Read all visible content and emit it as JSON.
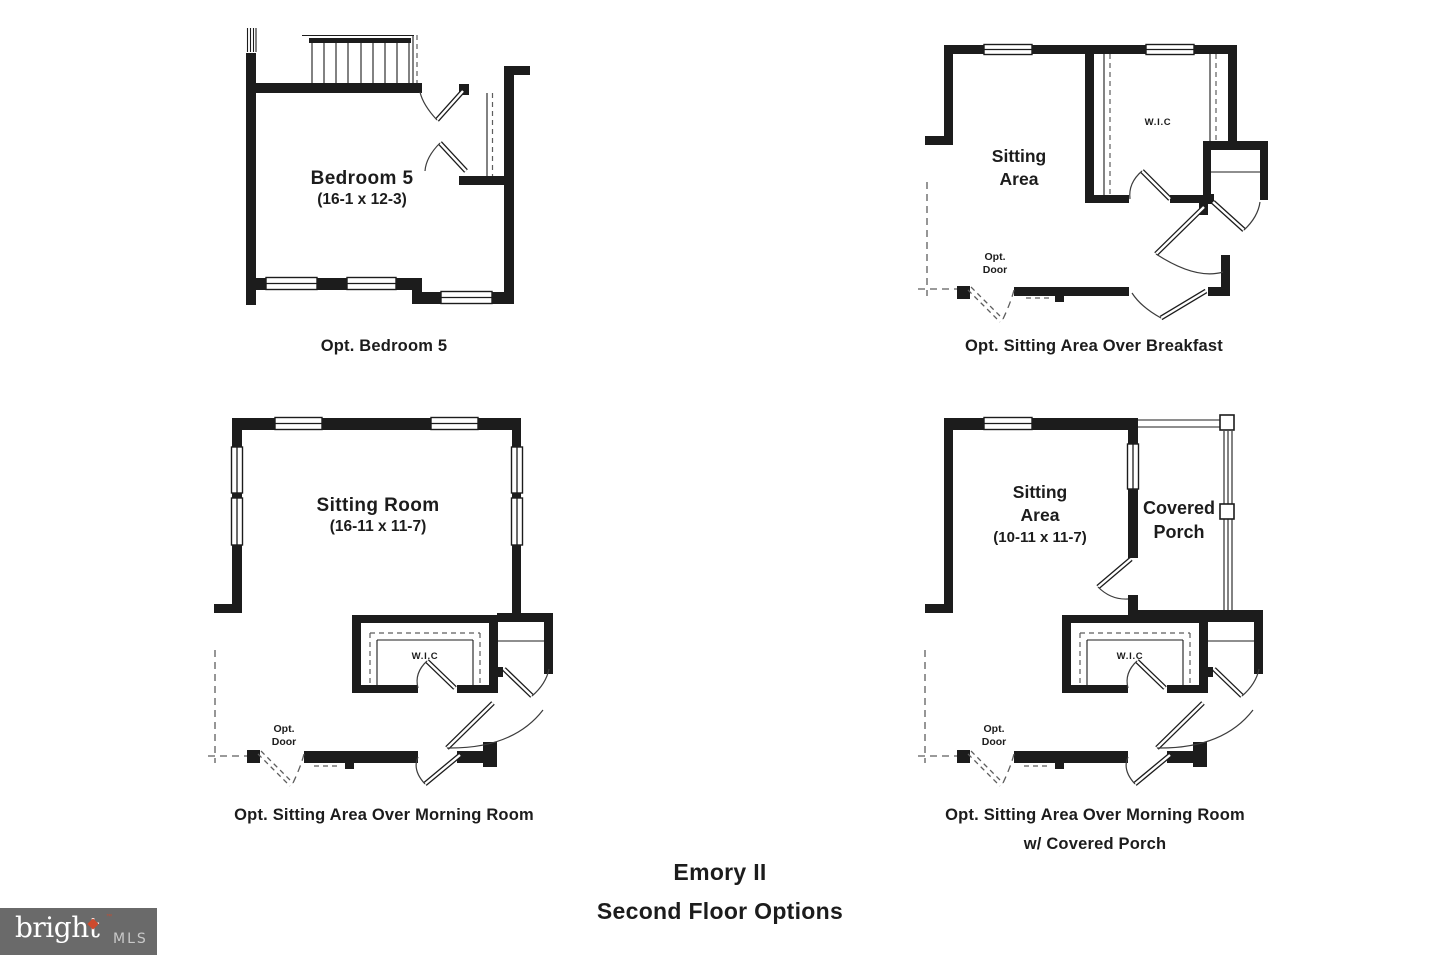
{
  "colors": {
    "ink": "#1c1c1c",
    "paper": "#ffffff",
    "dashed_line": "#5e5e5e",
    "logo_background": "#6a6a6a",
    "logo_brand_text": "#ffffff",
    "logo_suffix_text": "#c9c9c9",
    "logo_accent": "#cd4a2d"
  },
  "title": {
    "line1": "Emory II",
    "line2": "Second Floor Options"
  },
  "plans": {
    "bedroom5": {
      "room_name": "Bedroom 5",
      "room_dims": "(16-1 x 12-3)",
      "caption": "Opt. Bedroom 5"
    },
    "breakfast": {
      "room_line1": "Sitting",
      "room_line2": "Area",
      "closet": "W.I.C",
      "opt_door_line1": "Opt.",
      "opt_door_line2": "Door",
      "caption": "Opt. Sitting Area Over Breakfast"
    },
    "morning": {
      "room_name": "Sitting Room",
      "room_dims": "(16-11 x 11-7)",
      "closet": "W.I.C",
      "opt_door_line1": "Opt.",
      "opt_door_line2": "Door",
      "caption": "Opt. Sitting Area Over Morning Room"
    },
    "morning_porch": {
      "room_line1": "Sitting",
      "room_line2": "Area",
      "room_dims": "(10-11 x 11-7)",
      "porch_line1": "Covered",
      "porch_line2": "Porch",
      "closet": "W.I.C",
      "opt_door_line1": "Opt.",
      "opt_door_line2": "Door",
      "caption_line1": "Opt. Sitting Area Over Morning Room",
      "caption_line2": "w/ Covered Porch"
    }
  },
  "logo": {
    "brand": "bright",
    "tm": "™",
    "suffix": "MLS"
  }
}
